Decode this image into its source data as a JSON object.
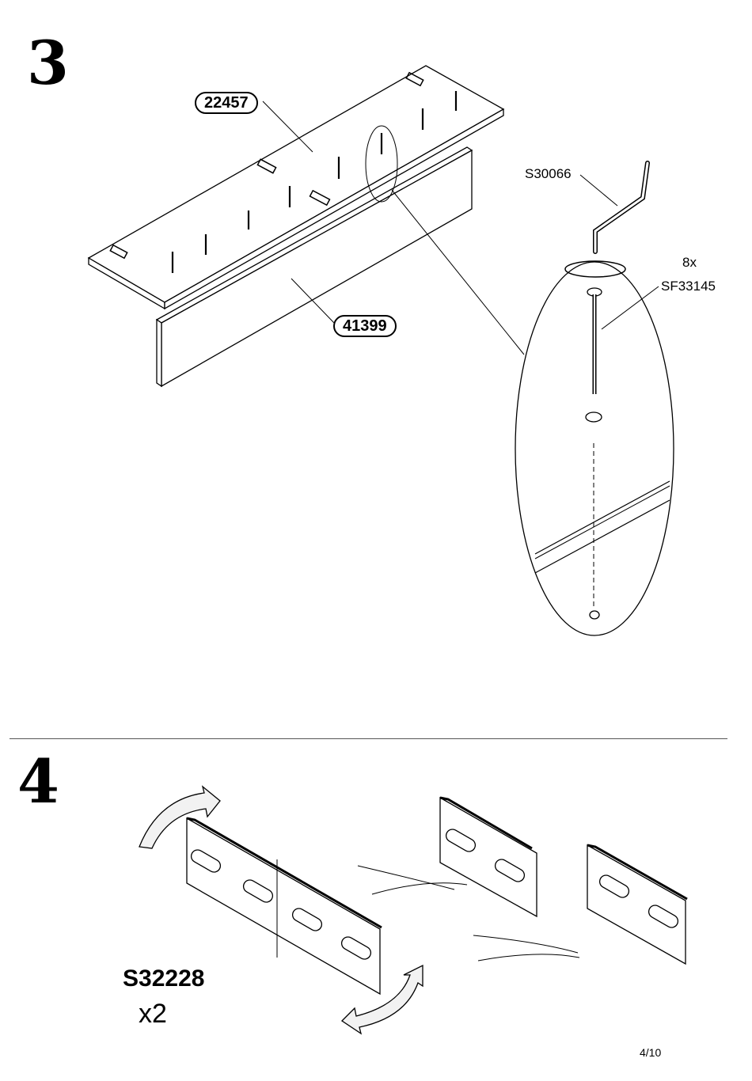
{
  "step3": {
    "number": "3",
    "board_top_code": "22457",
    "board_front_code": "41399",
    "tool_code": "S30066",
    "screw_qty": "8x",
    "screw_code": "SF33145"
  },
  "step4": {
    "number": "4",
    "part_code": "S32228",
    "part_qty": "x2"
  },
  "page_number": "4/10"
}
